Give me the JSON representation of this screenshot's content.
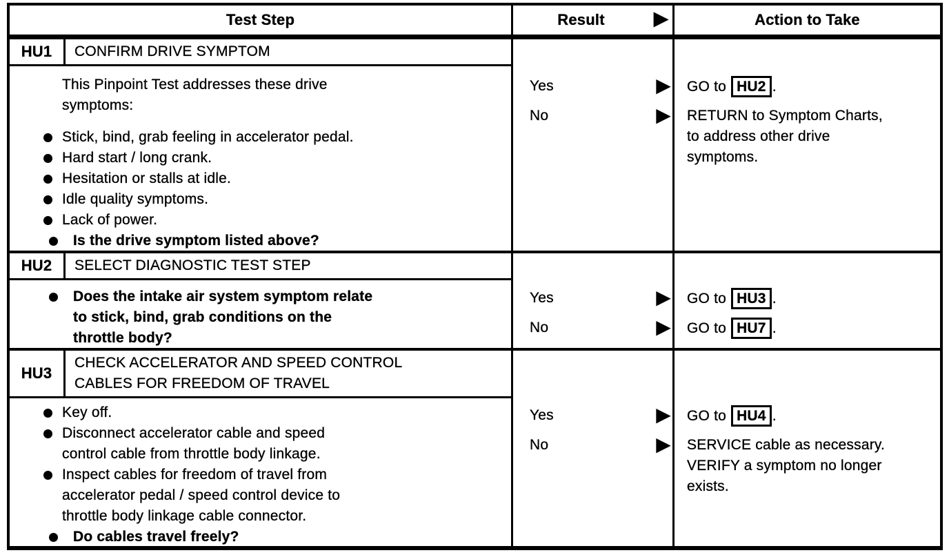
{
  "header": {
    "test_step": "Test Step",
    "result": "Result",
    "action": "Action to Take"
  },
  "icons": {
    "result_arrow": "▶",
    "bullet": "●"
  },
  "colors": {
    "ink": "#000000",
    "paper": "#ffffff"
  },
  "rows": [
    {
      "id": "HU1",
      "title": "CONFIRM DRIVE SYMPTOM",
      "intro": "This Pinpoint Test addresses these drive\nsymptoms:",
      "bullets": [
        {
          "text": "Stick, bind, grab feeling in accelerator pedal.",
          "bold": false
        },
        {
          "text": "Hard start / long crank.",
          "bold": false
        },
        {
          "text": "Hesitation or stalls at idle.",
          "bold": false
        },
        {
          "text": "Idle quality symptoms.",
          "bold": false
        },
        {
          "text": "Lack of power.",
          "bold": false
        },
        {
          "text": "Is the drive symptom listed above?",
          "bold": true
        }
      ],
      "outcomes": [
        {
          "result": "Yes",
          "action": "GO to [HU2]."
        },
        {
          "result": "No",
          "action": "RETURN to Symptom Charts,\nto address other drive\nsymptoms."
        }
      ]
    },
    {
      "id": "HU2",
      "title": "SELECT DIAGNOSTIC TEST STEP",
      "intro": null,
      "bullets": [
        {
          "text": "Does the intake air system symptom relate\nto stick, bind, grab conditions on the\nthrottle body?",
          "bold": true
        }
      ],
      "outcomes": [
        {
          "result": "Yes",
          "action": "GO to [HU3]."
        },
        {
          "result": "No",
          "action": "GO to [HU7]."
        }
      ]
    },
    {
      "id": "HU3",
      "title": "CHECK ACCELERATOR AND SPEED CONTROL\nCABLES FOR FREEDOM OF TRAVEL",
      "intro": null,
      "bullets": [
        {
          "text": "Key off.",
          "bold": false
        },
        {
          "text": "Disconnect accelerator cable and speed\ncontrol cable from throttle body linkage.",
          "bold": false
        },
        {
          "text": "Inspect cables for freedom of travel from\naccelerator pedal / speed control device to\nthrottle body linkage cable connector.",
          "bold": false
        },
        {
          "text": "Do cables travel freely?",
          "bold": true
        }
      ],
      "outcomes": [
        {
          "result": "Yes",
          "action": "GO to [HU4]."
        },
        {
          "result": "No",
          "action": "SERVICE cable as necessary.\nVERIFY a symptom no longer\nexists."
        }
      ]
    }
  ]
}
